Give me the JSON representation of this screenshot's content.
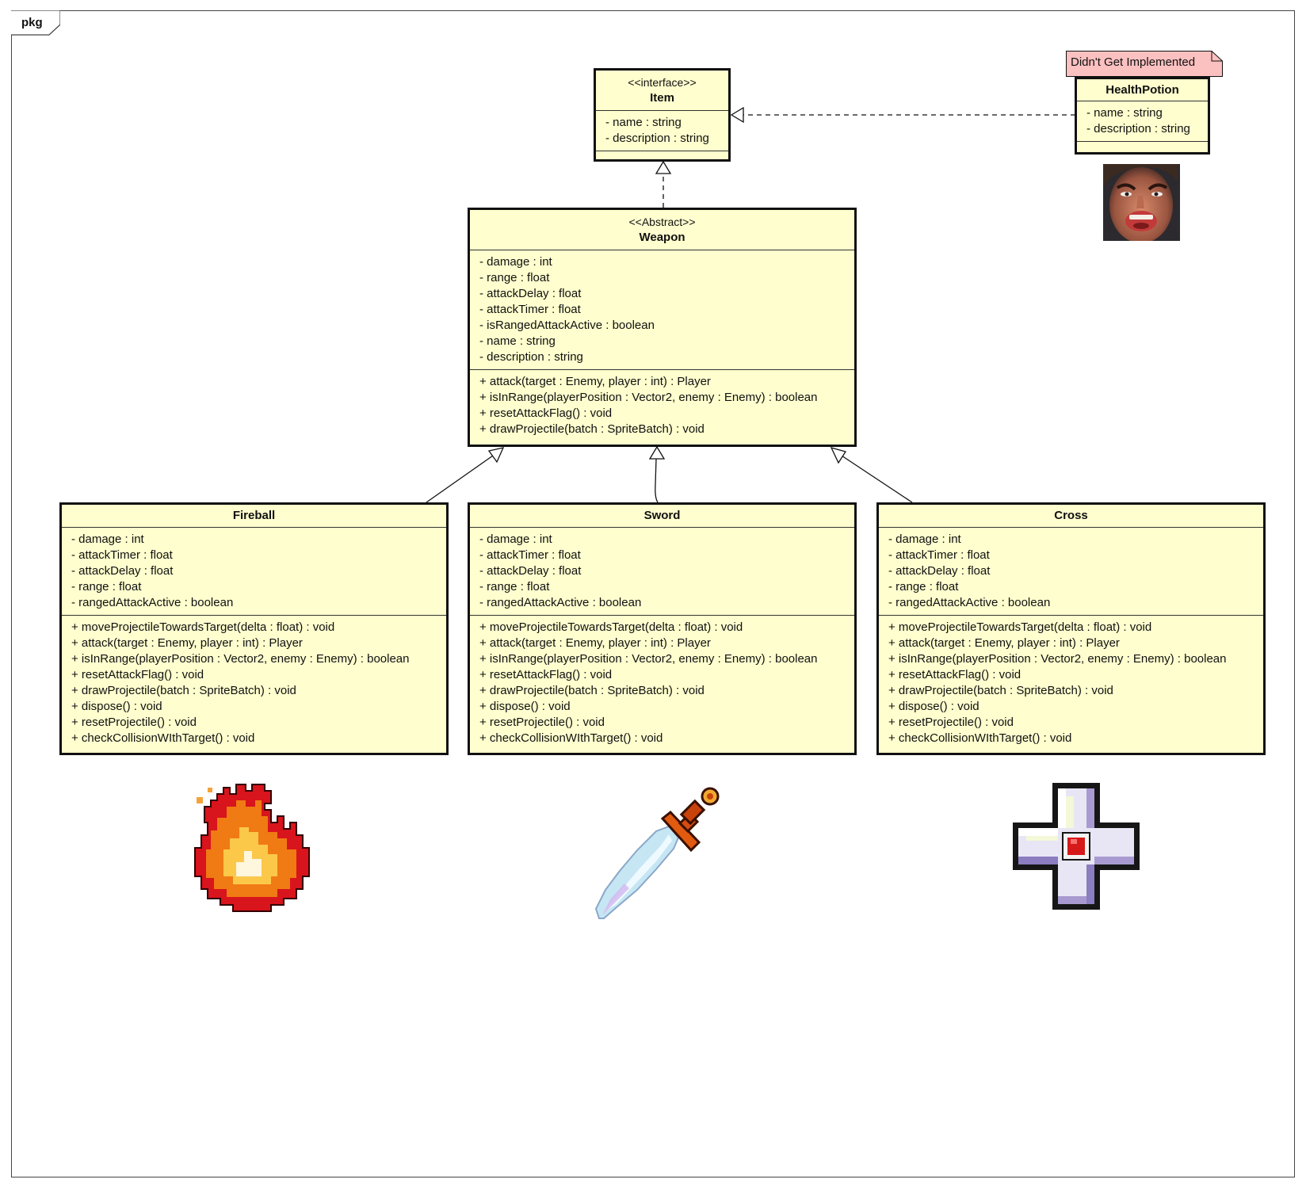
{
  "package": {
    "label": "pkg"
  },
  "note": {
    "text": "Didn't Get Implemented"
  },
  "classes": {
    "item": {
      "stereotype": "<<interface>>",
      "name": "Item",
      "attributes": [
        "- name : string",
        "- description : string"
      ]
    },
    "weapon": {
      "stereotype": "<<Abstract>>",
      "name": "Weapon",
      "attributes": [
        "- damage : int",
        "- range : float",
        "- attackDelay : float",
        "- attackTimer : float",
        "- isRangedAttackActive : boolean",
        "- name : string",
        "- description : string"
      ],
      "methods": [
        "+ attack(target : Enemy, player : int) : Player",
        "+ isInRange(playerPosition : Vector2, enemy : Enemy) : boolean",
        "+ resetAttackFlag() : void",
        "+ drawProjectile(batch : SpriteBatch) : void"
      ]
    },
    "health_potion": {
      "name": "HealthPotion",
      "attributes": [
        "- name : string",
        "- description : string"
      ]
    },
    "fireball": {
      "name": "Fireball",
      "attributes": [
        "- damage : int",
        "- attackTimer : float",
        "- attackDelay : float",
        "- range : float",
        "- rangedAttackActive : boolean"
      ],
      "methods": [
        "+ moveProjectileTowardsTarget(delta : float) : void",
        "+ attack(target : Enemy, player : int) : Player",
        "+ isInRange(playerPosition : Vector2, enemy : Enemy) : boolean",
        "+ resetAttackFlag() : void",
        "+ drawProjectile(batch : SpriteBatch) : void",
        "+ dispose() : void",
        "+ resetProjectile() : void",
        "+ checkCollisionWIthTarget() : void"
      ]
    },
    "sword": {
      "name": "Sword",
      "attributes": [
        "- damage : int",
        "- attackTimer : float",
        "- attackDelay : float",
        "- range : float",
        "- rangedAttackActive : boolean"
      ],
      "methods": [
        "+ moveProjectileTowardsTarget(delta : float) : void",
        "+ attack(target : Enemy, player : int) : Player",
        "+ isInRange(playerPosition : Vector2, enemy : Enemy) : boolean",
        "+ resetAttackFlag() : void",
        "+ drawProjectile(batch : SpriteBatch) : void",
        "+ dispose() : void",
        "+ resetProjectile() : void",
        "+ checkCollisionWIthTarget() : void"
      ]
    },
    "cross": {
      "name": "Cross",
      "attributes": [
        "- damage : int",
        "- attackTimer : float",
        "- attackDelay : float",
        "- range : float",
        "- rangedAttackActive : boolean"
      ],
      "methods": [
        "+ moveProjectileTowardsTarget(delta : float) : void",
        "+ attack(target : Enemy, player : int) : Player",
        "+ isInRange(playerPosition : Vector2, enemy : Enemy) : boolean",
        "+ resetAttackFlag() : void",
        "+ drawProjectile(batch : SpriteBatch) : void",
        "+ dispose() : void",
        "+ resetProjectile() : void",
        "+ checkCollisionWIthTarget() : void"
      ]
    }
  },
  "relations": [
    {
      "from": "Weapon",
      "to": "Item",
      "kind": "realization"
    },
    {
      "from": "HealthPotion",
      "to": "Item",
      "kind": "realization"
    },
    {
      "from": "Fireball",
      "to": "Weapon",
      "kind": "generalization"
    },
    {
      "from": "Sword",
      "to": "Weapon",
      "kind": "generalization"
    },
    {
      "from": "Cross",
      "to": "Weapon",
      "kind": "generalization"
    }
  ],
  "images": {
    "health_potion": "angry-face-image",
    "fireball": "fireball-sprite",
    "sword": "sword-sprite",
    "cross": "cross-sprite"
  }
}
